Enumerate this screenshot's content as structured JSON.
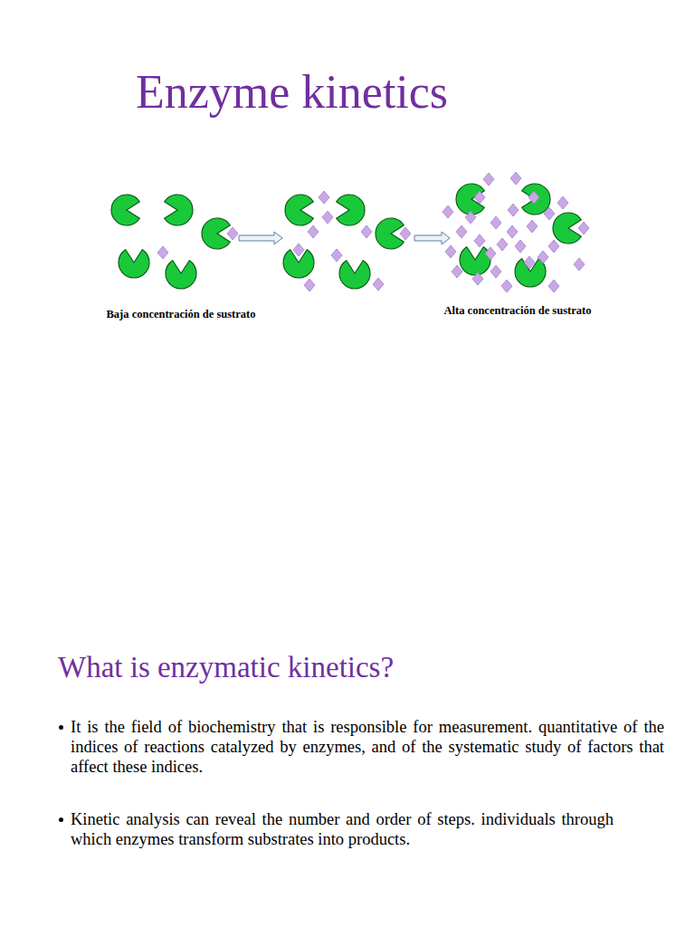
{
  "diagram": {
    "title": "Enzyme kinetics",
    "labels": [
      "Baja concentración de sustrato",
      "Alta concentración de sustrato",
      "What is enzymatic kinetics?",
      "It is the field of biochemistry that is responsible for measurement. quantitative of the indices of reactions catalyzed by enzymes, and of the systematic study of factors that affect these indices.",
      "Kinetic analysis can reveal the number and order of steps. individuals through which enzymes transform substrates into products."
    ]
  }
}
